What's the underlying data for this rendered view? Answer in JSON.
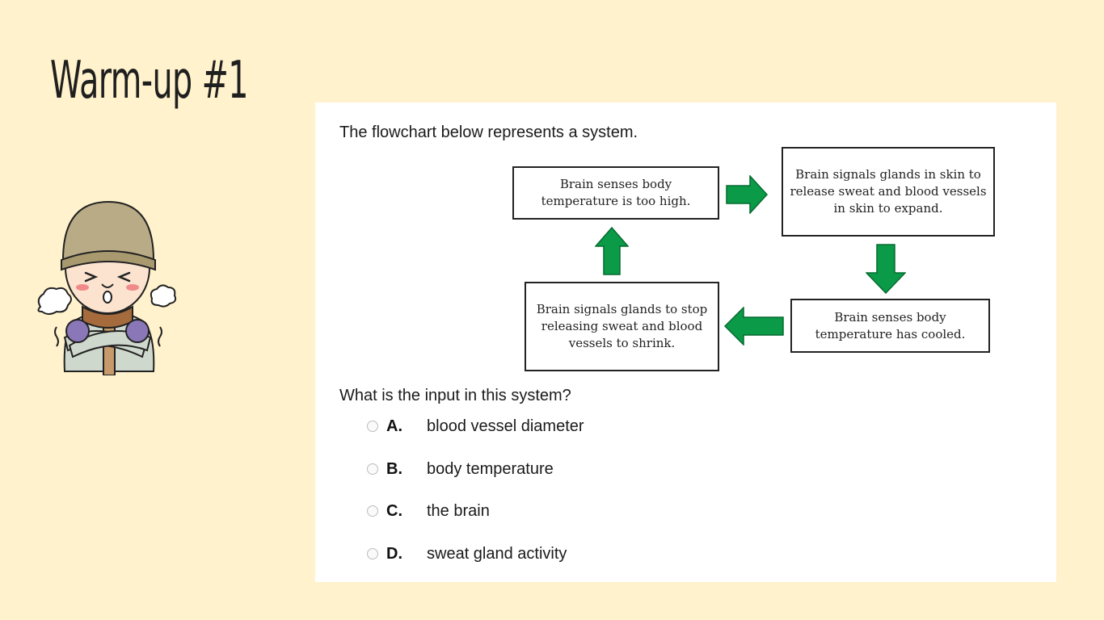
{
  "slide": {
    "title": "Warm-up #1"
  },
  "mascot": {
    "icon": "cold-old-man-icon"
  },
  "question": {
    "prompt": "The flowchart below represents a system.",
    "stem": "What is the input in this system?",
    "options": [
      {
        "letter": "A.",
        "text": "blood vessel diameter"
      },
      {
        "letter": "B.",
        "text": "body temperature"
      },
      {
        "letter": "C.",
        "text": "the brain"
      },
      {
        "letter": "D.",
        "text": "sweat gland activity"
      }
    ]
  },
  "flowchart": {
    "arrow_color": "#0b9a47",
    "boxes": [
      {
        "text": "Brain senses body temperature is too high."
      },
      {
        "text": "Brain signals glands in skin to release sweat and blood vessels in skin to expand."
      },
      {
        "text": "Brain senses body temperature has cooled."
      },
      {
        "text": "Brain signals glands to stop releasing sweat and blood vessels to shrink."
      }
    ]
  }
}
